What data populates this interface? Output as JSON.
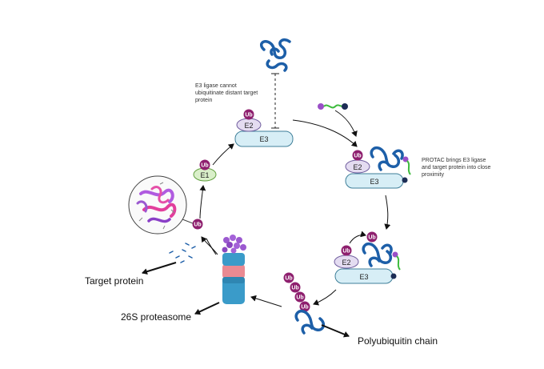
{
  "labels": {
    "e3_cannot": [
      "E3 ligase cannot",
      "ubiquitinate distant target",
      "protein"
    ],
    "protac_brings": [
      "PROTAC brings E3 ligase",
      "and target protein into close",
      "proximity"
    ],
    "target_protein": "Target protein",
    "proteasome": "26S proteasome",
    "polyubiquitin": "Polyubiquitin chain"
  },
  "nodes": {
    "ub": "Ub",
    "e1": "E1",
    "e2": "E2",
    "e3": "E3"
  },
  "colors": {
    "ub": "#8e1f6e",
    "e1_fill": "#d9efc9",
    "e1_stroke": "#5f9e3c",
    "e2_fill": "#e4dcf1",
    "e2_stroke": "#6d5a9c",
    "e3_fill": "#d7eef6",
    "e3_stroke": "#3f7f99",
    "protein": "#1d5fa8",
    "protac_green": "#3dbb3d",
    "protac_purple": "#9a4fc7",
    "protac_navy": "#1d2d55"
  }
}
